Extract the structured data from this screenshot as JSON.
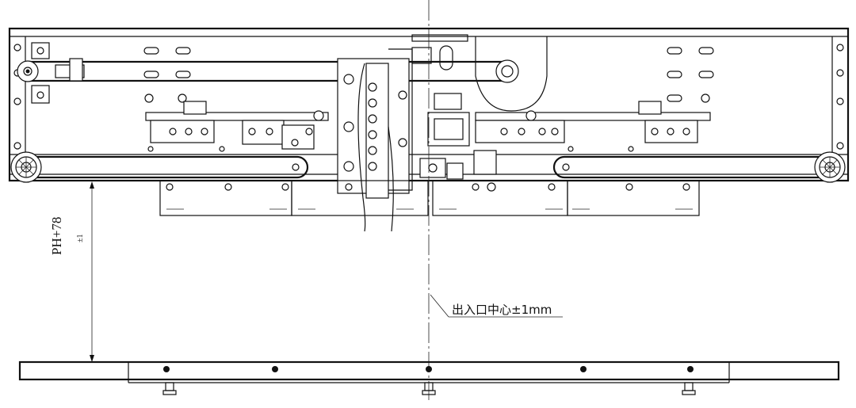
{
  "drawing": {
    "dimension_label": "PH+78",
    "dimension_tolerance": "±1",
    "center_note": "出入口中心±1mm"
  }
}
